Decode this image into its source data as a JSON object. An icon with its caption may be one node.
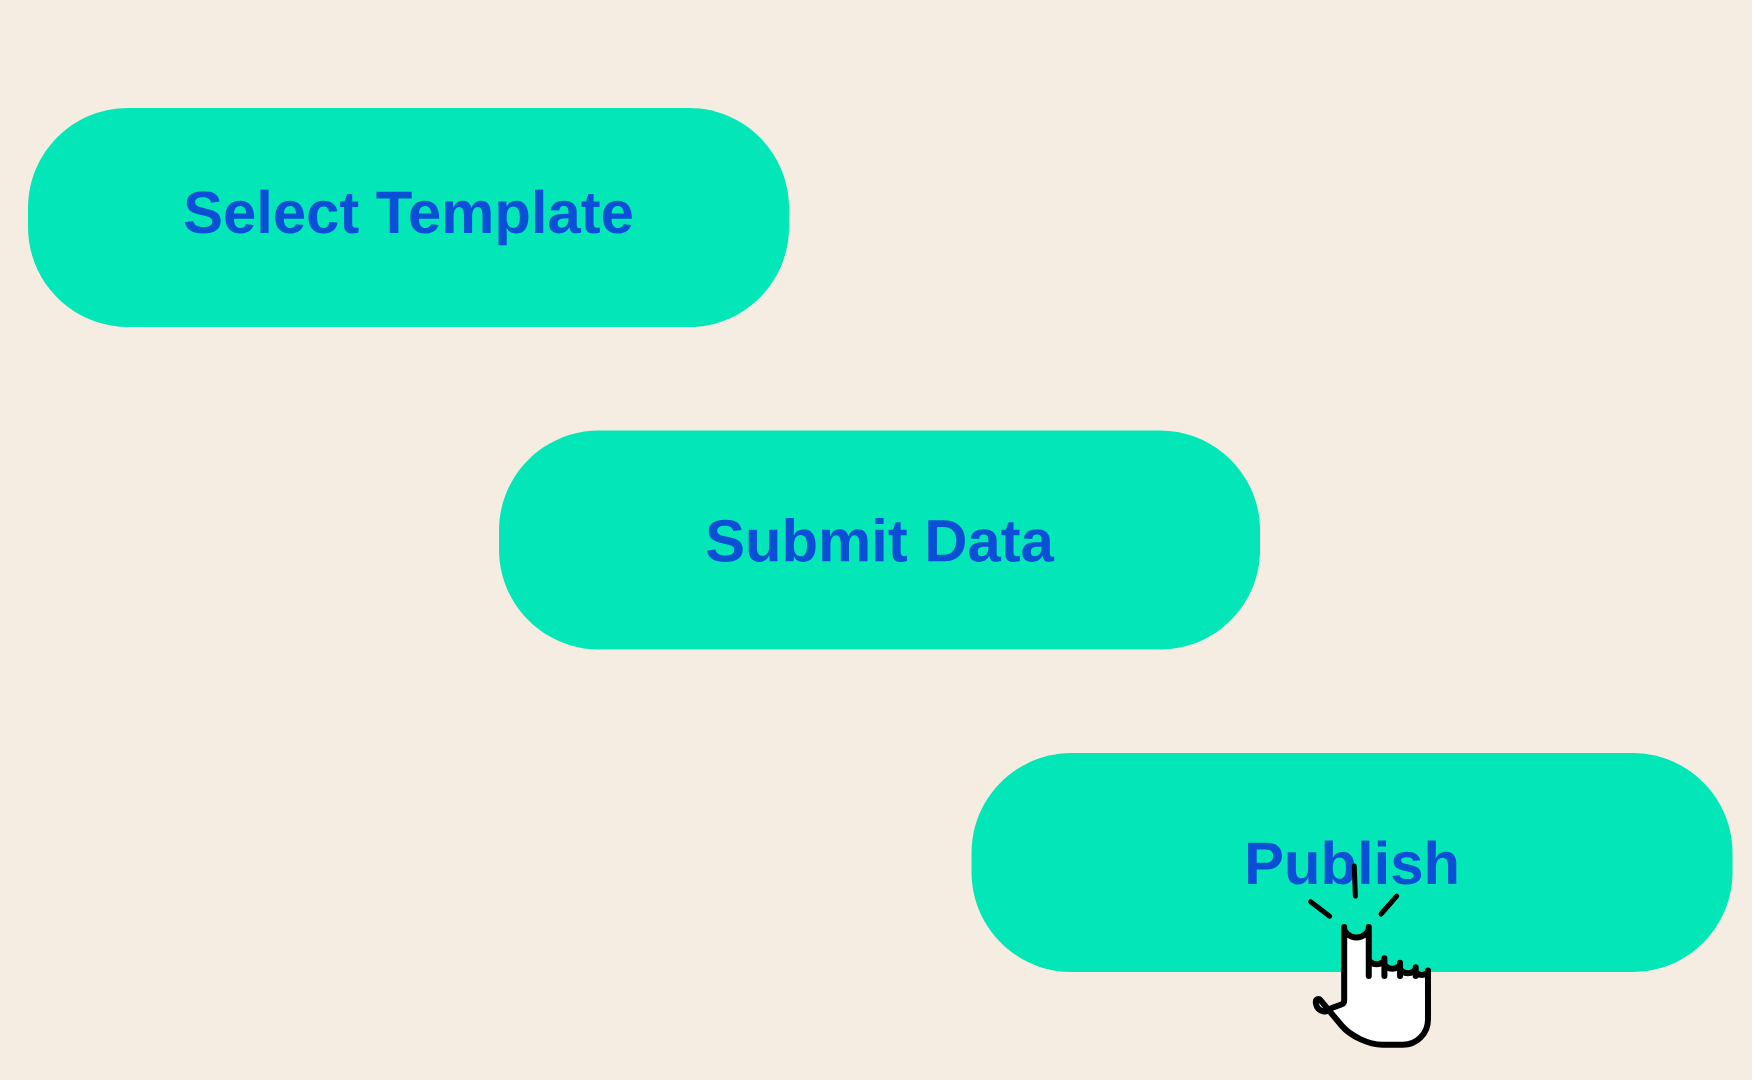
{
  "diagram": {
    "nodes": [
      {
        "text": [
          "Select Template"
        ]
      },
      {
        "text": [
          "Submit Data"
        ]
      },
      {
        "text": [
          "Publish"
        ]
      }
    ]
  }
}
